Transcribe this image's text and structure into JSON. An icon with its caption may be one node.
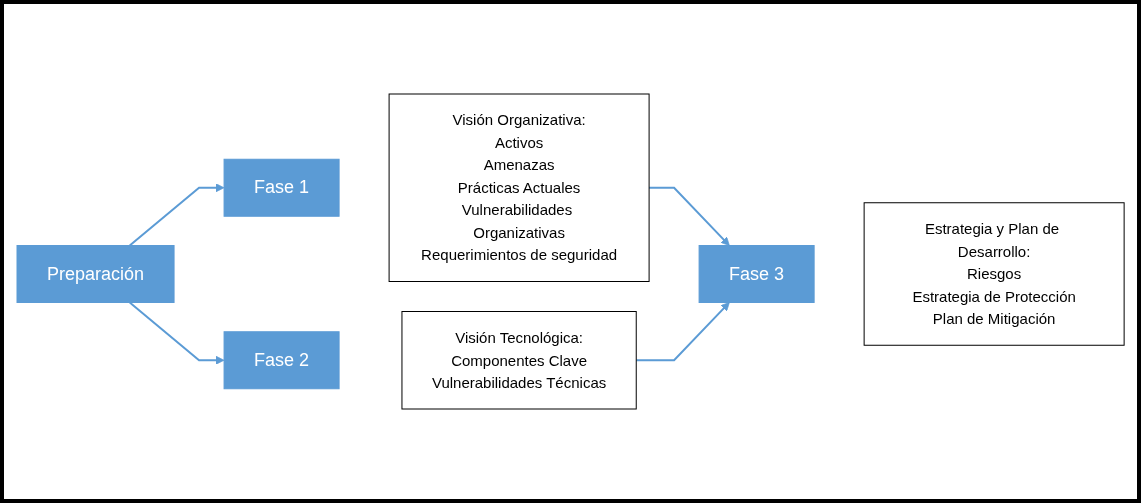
{
  "diagram": {
    "nodes": [
      {
        "text": [
          "Preparación"
        ]
      },
      {
        "text": [
          "Fase 1"
        ]
      },
      {
        "text": [
          "Visión Organizativa:",
          "Activos",
          "Amenazas",
          "Prácticas Actuales",
          "Vulnerabilidades Organizativas",
          "Requerimientos de seguridad"
        ]
      },
      {
        "text": [
          "Fase 2"
        ]
      },
      {
        "text": [
          "Visión Tecnológica:",
          "Componentes Clave",
          "Vulnerabilidades Técnicas"
        ]
      },
      {
        "text": [
          "Fase 3"
        ]
      },
      {
        "text": [
          "Estrategia y Plan de Desarrollo:",
          "Riesgos",
          "Estrategia de Protección",
          "Plan de Mitigación"
        ]
      }
    ],
    "edges": [
      {
        "from": 0,
        "to": 1,
        "arrow": "to"
      },
      {
        "from": 0,
        "to": 3,
        "arrow": "to"
      },
      {
        "from": 2,
        "to": 5,
        "arrow": "to"
      },
      {
        "from": 4,
        "to": 5,
        "arrow": "to"
      }
    ]
  }
}
